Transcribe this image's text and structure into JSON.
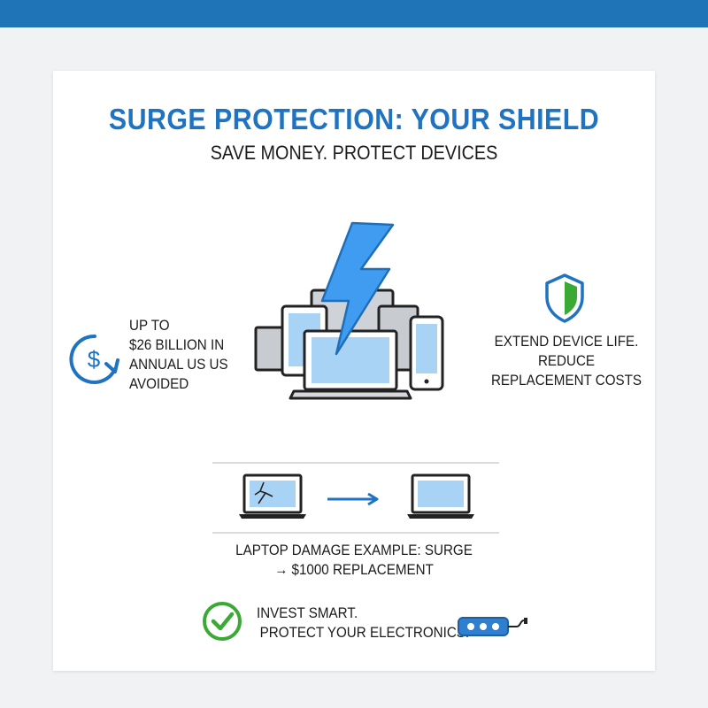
{
  "header": {
    "title": "SURGE PROTECTION: YOUR SHIELD",
    "subtitle": "SAVE MONEY. PROTECT DEVICES"
  },
  "savings": {
    "icon": "dollar-cycle-icon",
    "lines": [
      "UP TO",
      "$26 BILLION IN",
      "ANNUAL US US",
      "AVOIDED"
    ]
  },
  "device_life": {
    "icon": "shield-icon",
    "lines": [
      "EXTEND DEVICE LIFE.",
      "REDUCE",
      "REPLACEMENT COSTS"
    ]
  },
  "example": {
    "icons": [
      "broken-laptop-icon",
      "right-arrow-icon",
      "laptop-icon"
    ],
    "lines": [
      "LAPTOP DAMAGE EXAMPLE: SURGE",
      "→ $1000 REPLACEMENT"
    ]
  },
  "cta": {
    "icon": "checkmark-icon",
    "lines": [
      "INVEST SMART.",
      "PROTECT YOUR ELECTRONICS."
    ],
    "extra_icon": "power-strip-icon"
  },
  "colors": {
    "brand_blue": "#1f73c0",
    "screen_blue": "#a9d3f5",
    "bolt_blue": "#3f9cf0",
    "green": "#3aaa35"
  }
}
